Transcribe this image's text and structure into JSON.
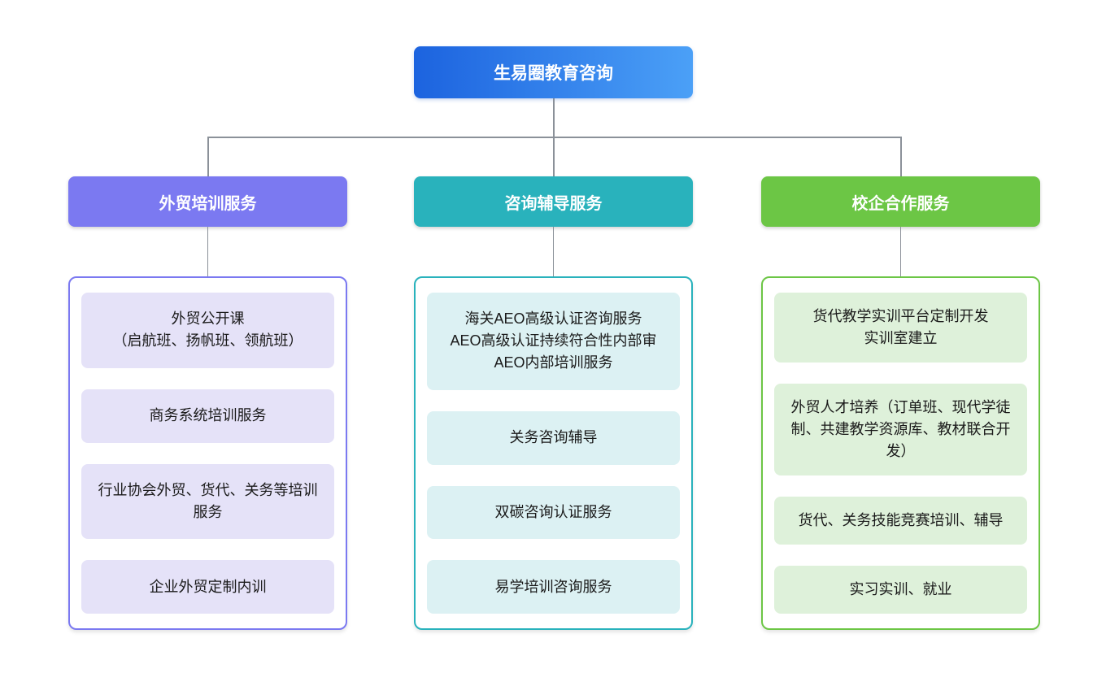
{
  "root_node": {
    "label": "生易圈教育咨询",
    "gradient_from": "#1c63df",
    "gradient_to": "#4ba0f7"
  },
  "connector_color": "#8b9199",
  "branches": [
    {
      "label": "外贸培训服务",
      "color": "#7b79f1",
      "item_bg": "#e5e2f8",
      "items": [
        "外贸公开课\n（启航班、扬帆班、领航班）",
        "商务系统培训服务",
        "行业协会外贸、货代、关务等培训服务",
        "企业外贸定制内训"
      ]
    },
    {
      "label": "咨询辅导服务",
      "color": "#29b2bc",
      "item_bg": "#dcf1f3",
      "items": [
        "海关AEO高级认证咨询服务\nAEO高级认证持续符合性内部审\nAEO内部培训服务",
        "关务咨询辅导",
        "双碳咨询认证服务",
        "易学培训咨询服务"
      ]
    },
    {
      "label": "校企合作服务",
      "color": "#6cc645",
      "item_bg": "#def1da",
      "items": [
        "货代教学实训平台定制开发\n实训室建立",
        "外贸人才培养（订单班、现代学徒制、共建教学资源库、教材联合开发）",
        "货代、关务技能竞赛培训、辅导",
        "实习实训、就业"
      ]
    }
  ]
}
